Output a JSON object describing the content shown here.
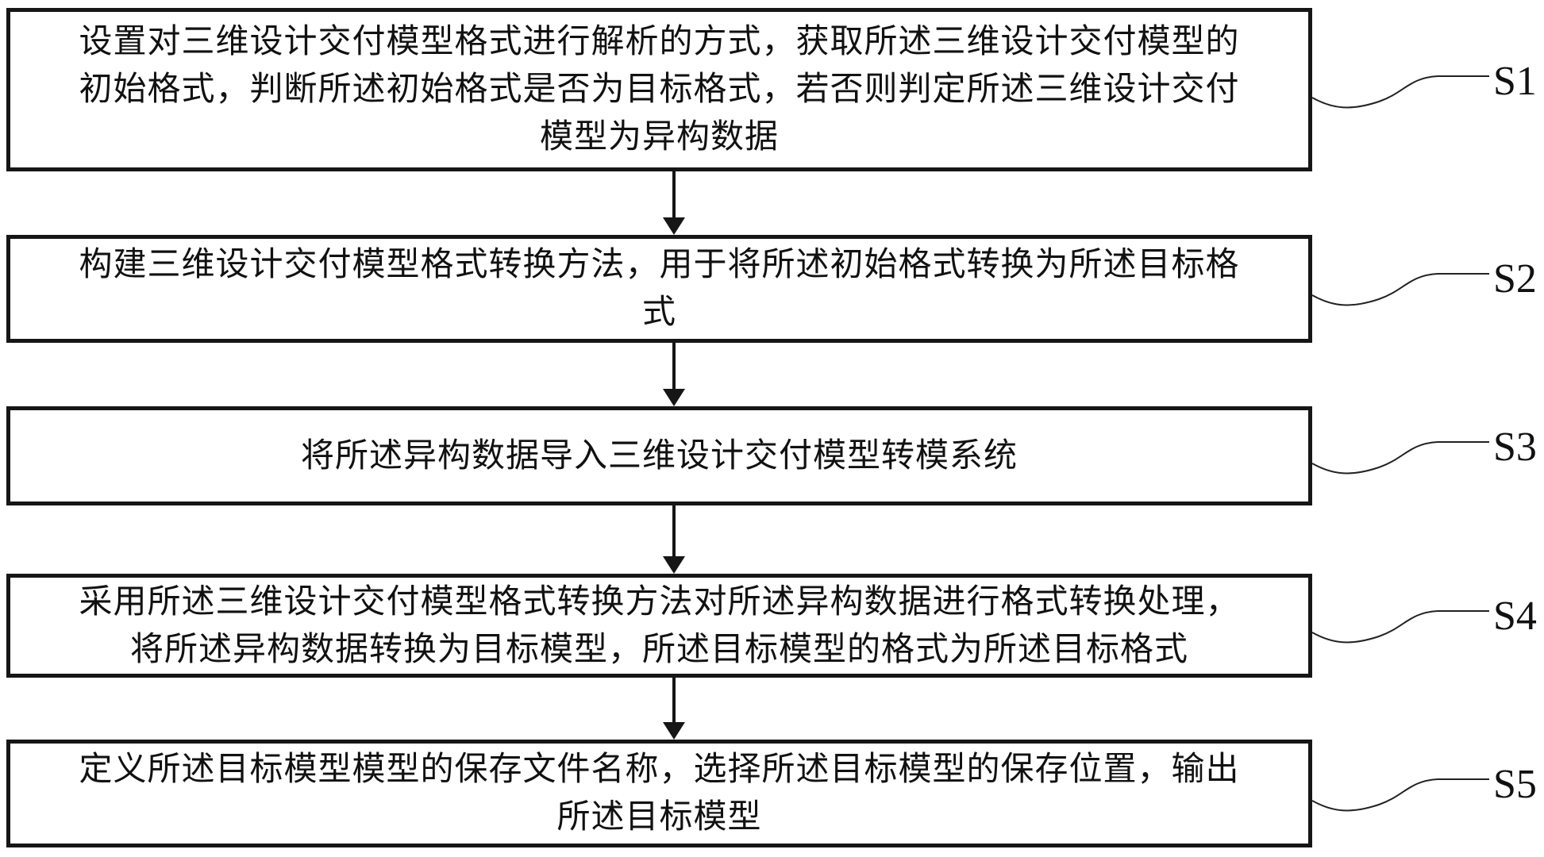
{
  "figure": {
    "type": "flowchart",
    "background_color": "#ffffff",
    "line_color": "#161616"
  },
  "steps": [
    {
      "label": "S1",
      "lines": [
        "设置对三维设计交付模型格式进行解析的方式，获取所述三维设计交付模型的",
        "初始格式，判断所述初始格式是否为目标格式，若否则判定所述三维设计交付",
        "模型为异构数据"
      ]
    },
    {
      "label": "S2",
      "lines": [
        "构建三维设计交付模型格式转换方法，用于将所述初始格式转换为所述目标格",
        "式"
      ]
    },
    {
      "label": "S3",
      "lines": [
        "将所述异构数据导入三维设计交付模型转模系统"
      ]
    },
    {
      "label": "S4",
      "lines": [
        "采用所述三维设计交付模型格式转换方法对所述异构数据进行格式转换处理，",
        "将所述异构数据转换为目标模型，所述目标模型的格式为所述目标格式"
      ]
    },
    {
      "label": "S5",
      "lines": [
        "定义所述目标模型模型的保存文件名称，选择所述目标模型的保存位置，输出",
        "所述目标模型"
      ]
    }
  ]
}
